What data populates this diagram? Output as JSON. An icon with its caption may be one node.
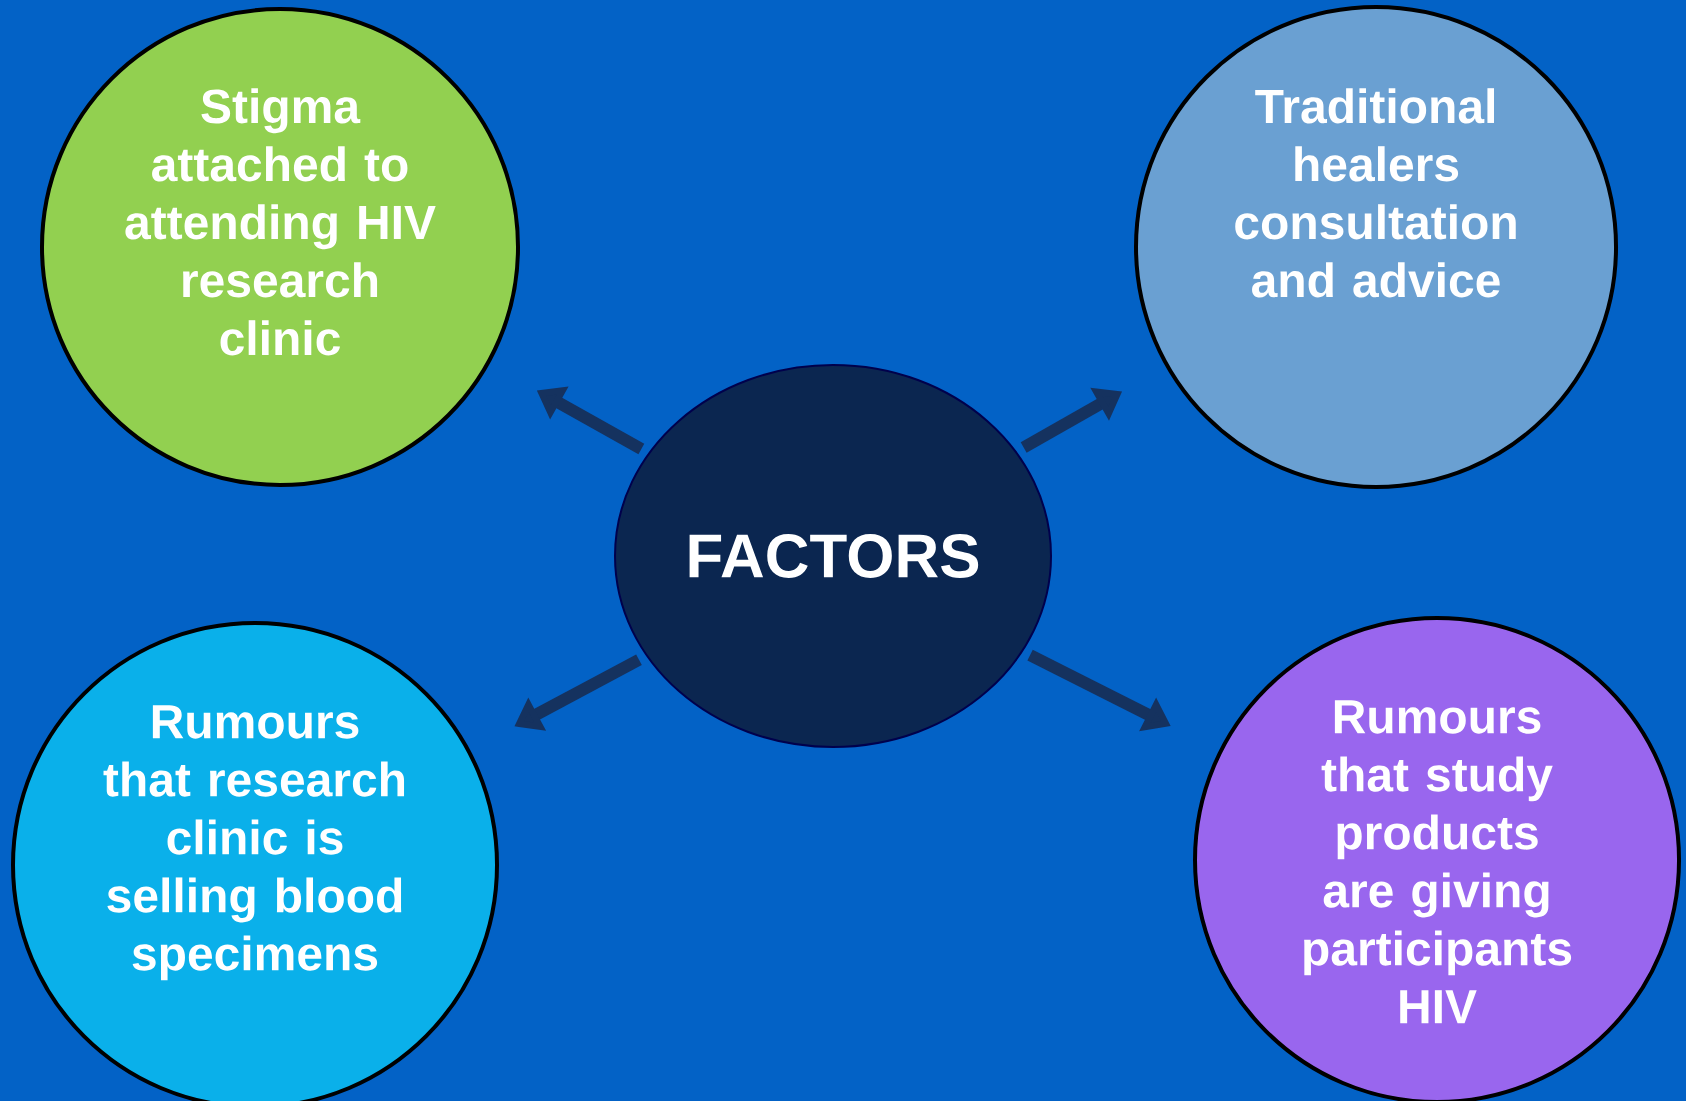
{
  "diagram": {
    "nodes": [
      {
        "text": [
          "Stigma attached to attending HIV research clinic"
        ]
      },
      {
        "text": [
          "Traditional healers consultation and advice"
        ]
      },
      {
        "text": [
          "FACTORS"
        ]
      },
      {
        "text": [
          "Rumours that research clinic is selling blood specimens"
        ]
      },
      {
        "text": [
          "Rumours that study products are giving participants HIV"
        ]
      }
    ],
    "edges": [
      {
        "from": 2,
        "to": 0,
        "arrow": "to"
      },
      {
        "from": 2,
        "to": 1,
        "arrow": "to"
      },
      {
        "from": 2,
        "to": 3,
        "arrow": "to"
      },
      {
        "from": 2,
        "to": 4,
        "arrow": "to"
      }
    ]
  }
}
